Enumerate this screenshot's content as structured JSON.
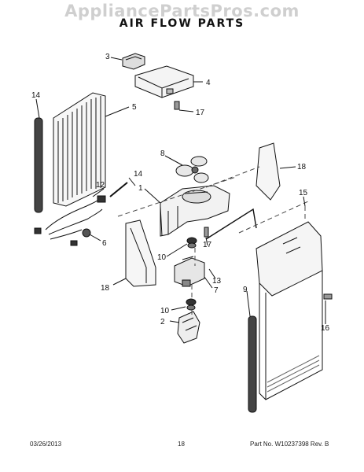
{
  "watermark": "AppliancePartsPros.com",
  "title": "AIR FLOW PARTS",
  "callouts": {
    "c1": "1",
    "c2": "2",
    "c3": "3",
    "c4": "4",
    "c5": "5",
    "c6": "6",
    "c7": "7",
    "c8": "8",
    "c9": "9",
    "c10a": "10",
    "c10b": "10",
    "c12": "12",
    "c13": "13",
    "c14a": "14",
    "c14b": "14",
    "c15": "15",
    "c16": "16",
    "c17a": "17",
    "c17b": "17",
    "c18a": "18",
    "c18b": "18"
  },
  "footer": {
    "date": "03/26/2013",
    "page": "18",
    "part": "Part No.  W10237398  Rev.  B"
  }
}
